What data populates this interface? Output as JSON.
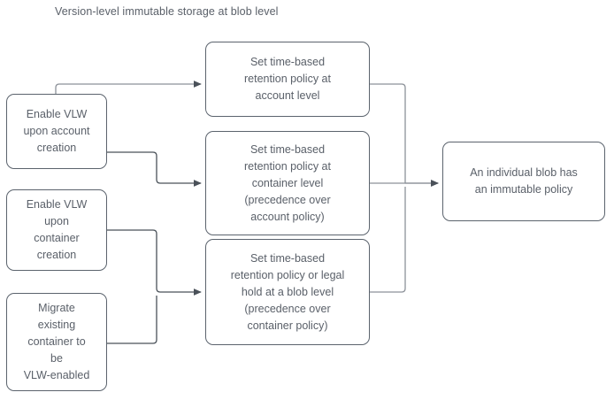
{
  "diagram": {
    "title": "Version-level immutable storage at blob level",
    "colors": {
      "node_border": "#5b636d",
      "node_text": "#5a6069",
      "connector_dark": "#4a5159",
      "connector_light": "#8c9199",
      "background": "#ffffff"
    },
    "nodes": [
      {
        "id": "account-create",
        "label": "Enable VLW\nupon account\ncreation",
        "column": "left"
      },
      {
        "id": "container-create",
        "label": "Enable VLW\nupon\ncontainer\ncreation",
        "column": "left"
      },
      {
        "id": "migrate",
        "label": "Migrate\nexisting\ncontainer to\nbe\nVLW-enabled",
        "column": "left"
      },
      {
        "id": "policy-account",
        "label": "Set time-based\nretention policy at\naccount level",
        "column": "middle"
      },
      {
        "id": "policy-container",
        "label": "Set time-based\nretention policy at\ncontainer level\n(precedence over\naccount policy)",
        "column": "middle"
      },
      {
        "id": "policy-blob",
        "label": "Set time-based\nretention policy or legal\nhold at a blob level\n(precedence over\ncontainer policy)",
        "column": "middle"
      },
      {
        "id": "outcome",
        "label": "An individual blob has\nan immutable policy",
        "column": "right"
      }
    ],
    "edges": [
      {
        "id": "edge-account-create-to-policy-account",
        "from": "account-create",
        "to": "policy-account",
        "style": "light"
      },
      {
        "id": "edge-account-create-to-policy-container",
        "from": "account-create",
        "to": "policy-container",
        "style": "dark"
      },
      {
        "id": "edge-container-create-to-policy-blob",
        "from": "container-create",
        "to": "policy-blob",
        "style": "dark"
      },
      {
        "id": "edge-migrate-to-policy-blob",
        "from": "migrate",
        "to": "policy-blob",
        "style": "dark"
      },
      {
        "id": "edge-policy-account-to-outcome",
        "from": "policy-account",
        "to": "outcome",
        "style": "light"
      },
      {
        "id": "edge-policy-container-to-outcome",
        "from": "policy-container",
        "to": "outcome",
        "style": "light"
      },
      {
        "id": "edge-policy-blob-to-outcome",
        "from": "policy-blob",
        "to": "outcome",
        "style": "light"
      }
    ]
  }
}
